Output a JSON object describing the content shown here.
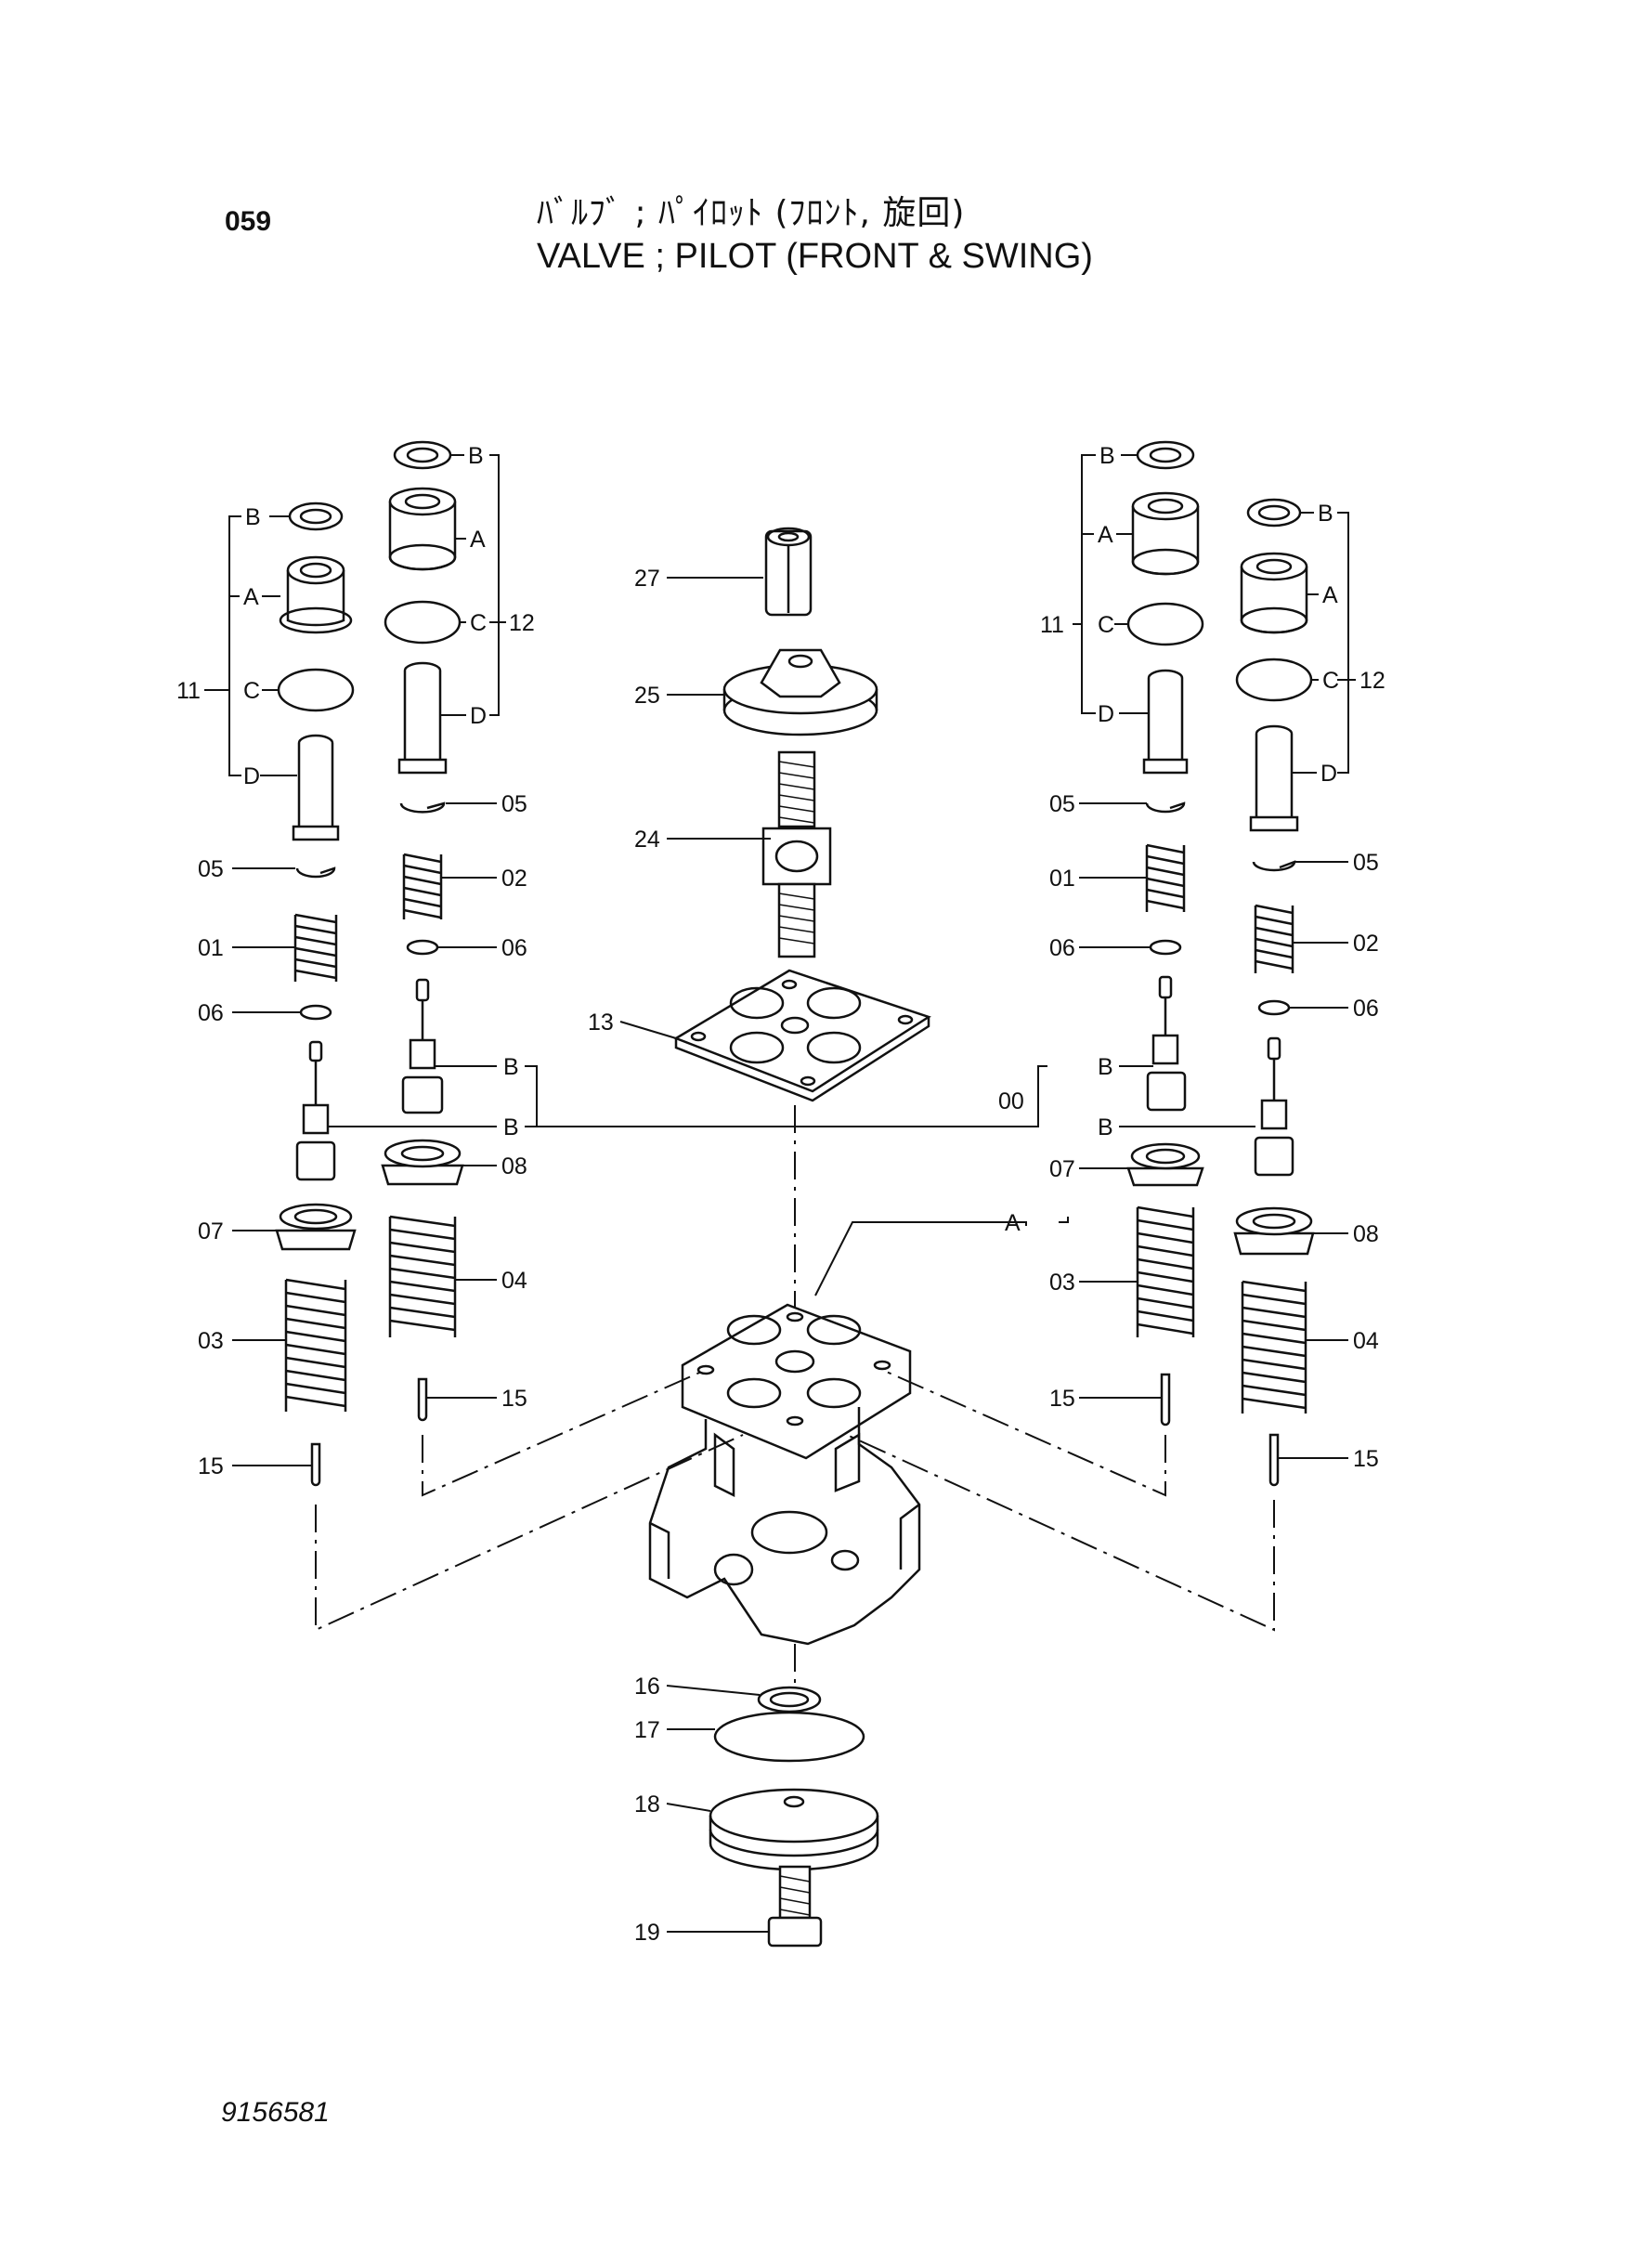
{
  "header": {
    "page_number": "059",
    "title_jp": "ﾊﾞﾙﾌﾞ ; ﾊﾟｲﾛｯﾄ (ﾌﾛﾝﾄ, 旋回)",
    "title_en": "VALVE ; PILOT (FRONT & SWING)"
  },
  "footer": {
    "document_number": "9156581"
  },
  "callouts": {
    "p27": "27",
    "p25": "25",
    "p24": "24",
    "p13": "13",
    "p16": "16",
    "p17": "17",
    "p18": "18",
    "p19": "19",
    "L_B": "B",
    "L_A": "A",
    "L_11": "11",
    "L_C": "C",
    "L_D": "D",
    "L_05": "05",
    "L_01": "01",
    "L_06": "06",
    "L_07": "07",
    "L_03": "03",
    "L_15": "15",
    "LI_B1": "B",
    "LI_A": "A",
    "LI_C": "C",
    "LI_12": "12",
    "LI_D": "D",
    "LI_05": "05",
    "LI_02": "02",
    "LI_06": "06",
    "LI_B2": "B",
    "LI_B3": "B",
    "LI_08": "08",
    "LI_04": "04",
    "LI_15": "15",
    "RI_B1": "B",
    "RI_A": "A",
    "RI_11": "11",
    "RI_C": "C",
    "RI_D": "D",
    "RI_05": "05",
    "RI_01": "01",
    "RI_06": "06",
    "RI_00": "00",
    "RI_B2": "B",
    "RI_B3": "B",
    "RI_07": "07",
    "RI_A2": "A",
    "RI_03": "03",
    "RI_15": "15",
    "R_B": "B",
    "R_A": "A",
    "R_C": "C",
    "R_12": "12",
    "R_D": "D",
    "R_05": "05",
    "R_02": "02",
    "R_06": "06",
    "R_08": "08",
    "R_04": "04",
    "R_15": "15"
  }
}
